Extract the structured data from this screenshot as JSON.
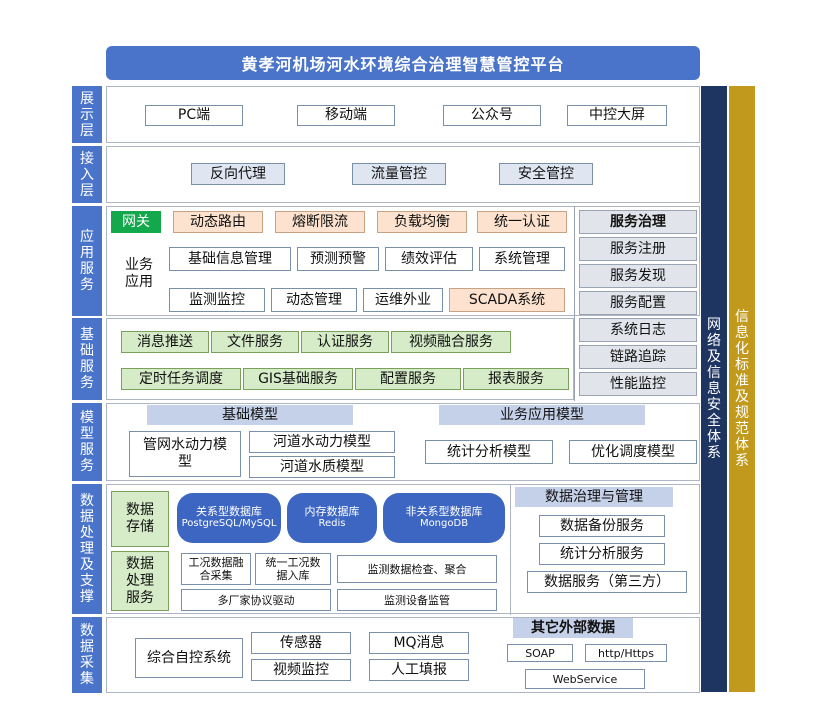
{
  "title": "黄孝河机场河水环境综合治理智慧管控平台",
  "side_bars": {
    "network_security": "网络及信息安全体系",
    "standards": "信息化标准及规范体系"
  },
  "layers": {
    "display": {
      "label": "展示层",
      "items": [
        "PC端",
        "移动端",
        "公众号",
        "中控大屏"
      ]
    },
    "access": {
      "label": "接入层",
      "items": [
        "反向代理",
        "流量管控",
        "安全管控"
      ]
    },
    "application": {
      "label": "应用服务",
      "gateway": "网关",
      "gateway_items": [
        "动态路由",
        "熔断限流",
        "负载均衡",
        "统一认证"
      ],
      "business_label": "业务应用",
      "row1": [
        "基础信息管理",
        "预测预警",
        "绩效评估",
        "系统管理"
      ],
      "row2": [
        "监测监控",
        "动态管理",
        "运维外业",
        "SCADA系统"
      ]
    },
    "service_governance": {
      "header": "服务治理",
      "items": [
        "服务注册",
        "服务发现",
        "服务配置",
        "系统日志",
        "链路追踪",
        "性能监控"
      ]
    },
    "basic_service": {
      "label": "基础服务",
      "row1": [
        "消息推送",
        "文件服务",
        "认证服务",
        "视频融合服务"
      ],
      "row2": [
        "定时任务调度",
        "GIS基础服务",
        "配置服务",
        "报表服务"
      ]
    },
    "model": {
      "label": "模型服务",
      "basic_header": "基础模型",
      "business_header": "业务应用模型",
      "basic_items": [
        "管网水动力模型",
        "河道水动力模型",
        "河道水质模型"
      ],
      "business_items": [
        "统计分析模型",
        "优化调度模型"
      ]
    },
    "data_processing": {
      "label": "数据处理及支撑",
      "storage_label": "数据存储",
      "databases": [
        {
          "name": "关系型数据库",
          "sub": "PostgreSQL/MySQL"
        },
        {
          "name": "内存数据库",
          "sub": "Redis"
        },
        {
          "name": "非关系型数据库",
          "sub": "MongoDB"
        }
      ],
      "processing_label": "数据处理服务",
      "processing_items": [
        "工况数据融合采集",
        "统一工况数据入库",
        "监测数据检查、聚合",
        "多厂家协议驱动",
        "监测设备监管"
      ],
      "governance_header": "数据治理与管理",
      "governance_items": [
        "数据备份服务",
        "统计分析服务",
        "数据服务（第三方）"
      ]
    },
    "collection": {
      "label": "数据采集",
      "items": [
        "综合自控系统",
        "传感器",
        "MQ消息",
        "视频监控",
        "人工填报"
      ],
      "external_header": "其它外部数据",
      "external_items": [
        "SOAP",
        "http/Https",
        "WebService"
      ]
    }
  },
  "colors": {
    "primary_blue": "#4a74c9",
    "navy": "#1e3461",
    "gold": "#c19a1d",
    "green": "#12a84b",
    "light_green": "#d6ecc8",
    "light_orange": "#fce2cf",
    "light_blue": "#dfe6f2"
  }
}
